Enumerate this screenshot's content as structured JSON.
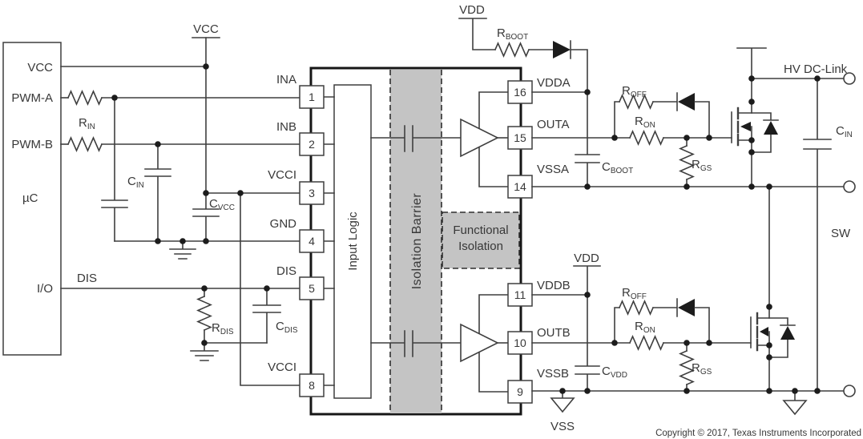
{
  "mcu": {
    "title": "µC",
    "vcc": "VCC",
    "pwm_a": "PWM-A",
    "pwm_b": "PWM-B",
    "io": "I/O"
  },
  "nets": {
    "vcc": "VCC",
    "dis": "DIS",
    "vdd_a": "VDD",
    "vdd_b": "VDD",
    "hv": "HV DC-Link",
    "sw": "SW",
    "vss": "VSS"
  },
  "ic": {
    "input_logic": "Input Logic",
    "isolation_barrier": "Isolation Barrier",
    "func_iso_1": "Functional",
    "func_iso_2": "Isolation",
    "left_pins": [
      {
        "num": "1",
        "label": "INA"
      },
      {
        "num": "2",
        "label": "INB"
      },
      {
        "num": "3",
        "label": "VCCI"
      },
      {
        "num": "4",
        "label": "GND"
      },
      {
        "num": "5",
        "label": "DIS"
      },
      {
        "num": "8",
        "label": "VCCI"
      }
    ],
    "right_pins": [
      {
        "num": "16",
        "label": "VDDA"
      },
      {
        "num": "15",
        "label": "OUTA"
      },
      {
        "num": "14",
        "label": "VSSA"
      },
      {
        "num": "11",
        "label": "VDDB"
      },
      {
        "num": "10",
        "label": "OUTB"
      },
      {
        "num": "9",
        "label": "VSSB"
      }
    ]
  },
  "parts": {
    "r_in": {
      "base": "R",
      "sub": "IN"
    },
    "c_in_l": {
      "base": "C",
      "sub": "IN"
    },
    "c_vcc": {
      "base": "C",
      "sub": "VCC"
    },
    "r_dis": {
      "base": "R",
      "sub": "DIS"
    },
    "c_dis": {
      "base": "C",
      "sub": "DIS"
    },
    "r_boot": {
      "base": "R",
      "sub": "BOOT"
    },
    "c_boot": {
      "base": "C",
      "sub": "BOOT"
    },
    "r_off_a": {
      "base": "R",
      "sub": "OFF"
    },
    "r_on_a": {
      "base": "R",
      "sub": "ON"
    },
    "r_gs_a": {
      "base": "R",
      "sub": "GS"
    },
    "c_vdd": {
      "base": "C",
      "sub": "VDD"
    },
    "r_off_b": {
      "base": "R",
      "sub": "OFF"
    },
    "r_on_b": {
      "base": "R",
      "sub": "ON"
    },
    "r_gs_b": {
      "base": "R",
      "sub": "GS"
    },
    "c_in_r": {
      "base": "C",
      "sub": "IN"
    }
  },
  "copyright": "Copyright © 2017, Texas Instruments Incorporated",
  "colors": {
    "wire": "#3f3f3f",
    "ic_border": "#161616",
    "isolation_gray": "#c4c4c4",
    "text": "#383838"
  }
}
